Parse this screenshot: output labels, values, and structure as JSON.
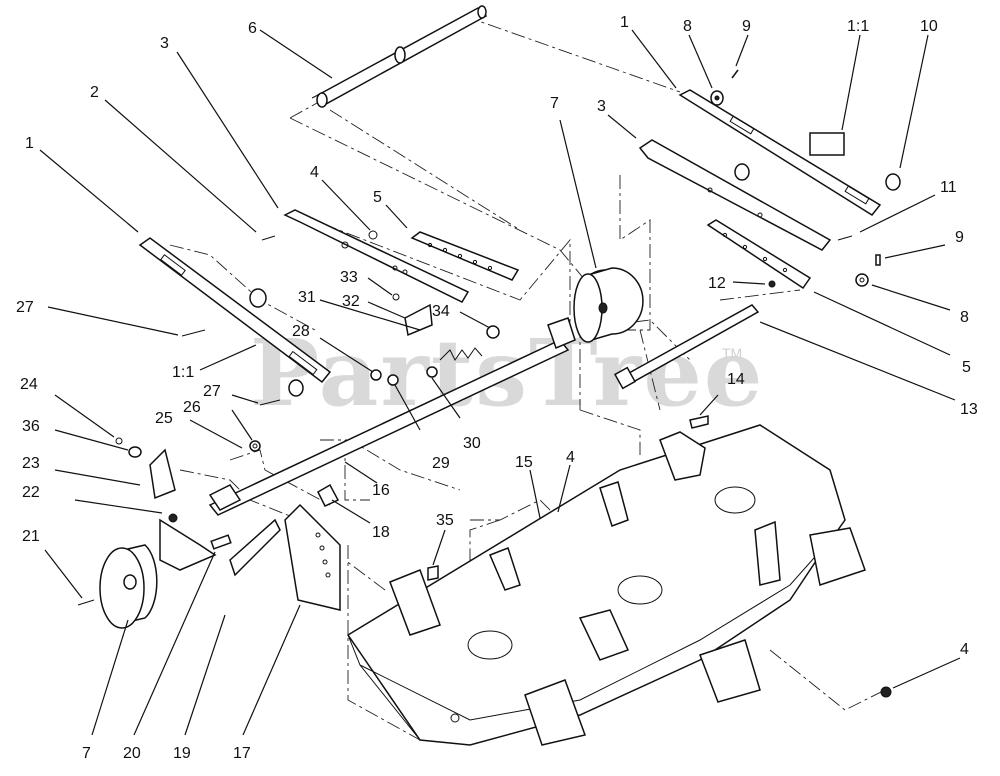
{
  "watermark": {
    "text": "PartsTree",
    "mark": "TM"
  },
  "callouts": {
    "c1a": "1",
    "c1b": "1",
    "c2": "2",
    "c3a": "3",
    "c3b": "3",
    "c4a": "4",
    "c4b": "4",
    "c4c": "4",
    "c5a": "5",
    "c5b": "5",
    "c6": "6",
    "c7a": "7",
    "c7b": "7",
    "c8a": "8",
    "c8b": "8",
    "c9a": "9",
    "c9b": "9",
    "c10": "10",
    "c11": "11",
    "c12": "12",
    "c13": "13",
    "c14": "14",
    "c15": "15",
    "c16": "16",
    "c17": "17",
    "c18": "18",
    "c19": "19",
    "c20": "20",
    "c21": "21",
    "c22": "22",
    "c23": "23",
    "c24": "24",
    "c25": "25",
    "c26": "26",
    "c27a": "27",
    "c27b": "27",
    "c28": "28",
    "c29": "29",
    "c30": "30",
    "c31": "31",
    "c32": "32",
    "c33": "33",
    "c34": "34",
    "c35": "35",
    "c36": "36",
    "scale_a": "1:1",
    "scale_b": "1:1"
  }
}
